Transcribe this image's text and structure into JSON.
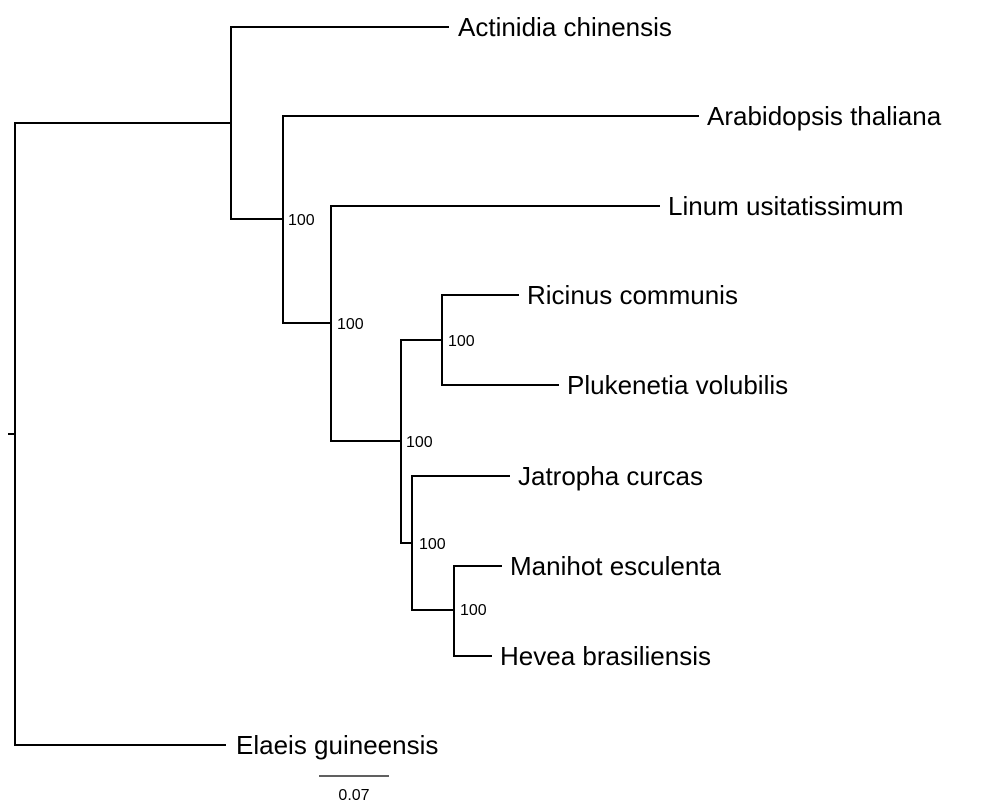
{
  "tree": {
    "taxa": {
      "actinidia": "Actinidia chinensis",
      "arabidopsis": "Arabidopsis thaliana",
      "linum": "Linum usitatissimum",
      "ricinus": "Ricinus communis",
      "plukenetia": "Plukenetia volubilis",
      "jatropha": "Jatropha curcas",
      "manihot": "Manihot esculenta",
      "hevea": "Hevea brasiliensis",
      "elaeis": "Elaeis guineensis"
    },
    "support": {
      "n_arabidopsis_rest": "100",
      "n_linum_rest": "100",
      "n_ricinus_plukenetia": "100",
      "n_euphorbiaceae": "100",
      "n_jatropha_rest": "100",
      "n_manihot_hevea": "100"
    },
    "scale_bar_label": "0.07"
  }
}
